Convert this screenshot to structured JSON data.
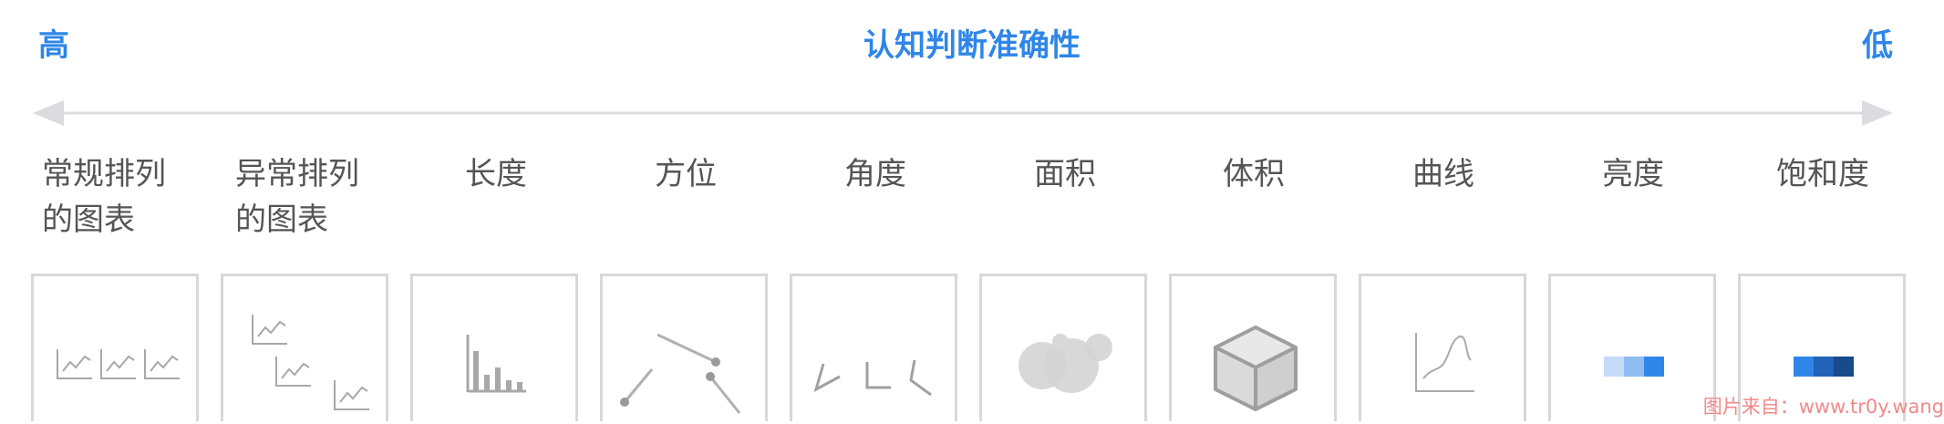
{
  "header": {
    "high": "高",
    "title": "认知判断准确性",
    "low": "低"
  },
  "channels": [
    {
      "line1": "常规排列",
      "line2": "的图表",
      "icon": "small-multiples-row-icon"
    },
    {
      "line1": "异常排列",
      "line2": "的图表",
      "icon": "small-multiples-staggered-icon"
    },
    {
      "line1": "长度",
      "line2": "",
      "icon": "bar-length-icon"
    },
    {
      "line1": "方位",
      "line2": "",
      "icon": "direction-lines-icon"
    },
    {
      "line1": "角度",
      "line2": "",
      "icon": "angles-icon"
    },
    {
      "line1": "面积",
      "line2": "",
      "icon": "area-bubbles-icon"
    },
    {
      "line1": "体积",
      "line2": "",
      "icon": "volume-cube-icon"
    },
    {
      "line1": "曲线",
      "line2": "",
      "icon": "curve-icon"
    },
    {
      "line1": "亮度",
      "line2": "",
      "icon": "luminance-blocks-icon"
    },
    {
      "line1": "饱和度",
      "line2": "",
      "icon": "saturation-blocks-icon"
    }
  ],
  "colors": {
    "accent": "#2f86e8",
    "axis": "#d9d9de",
    "icon_gray": "#a0a0a0"
  },
  "credit": "图片来自：www.tr0y.wang"
}
